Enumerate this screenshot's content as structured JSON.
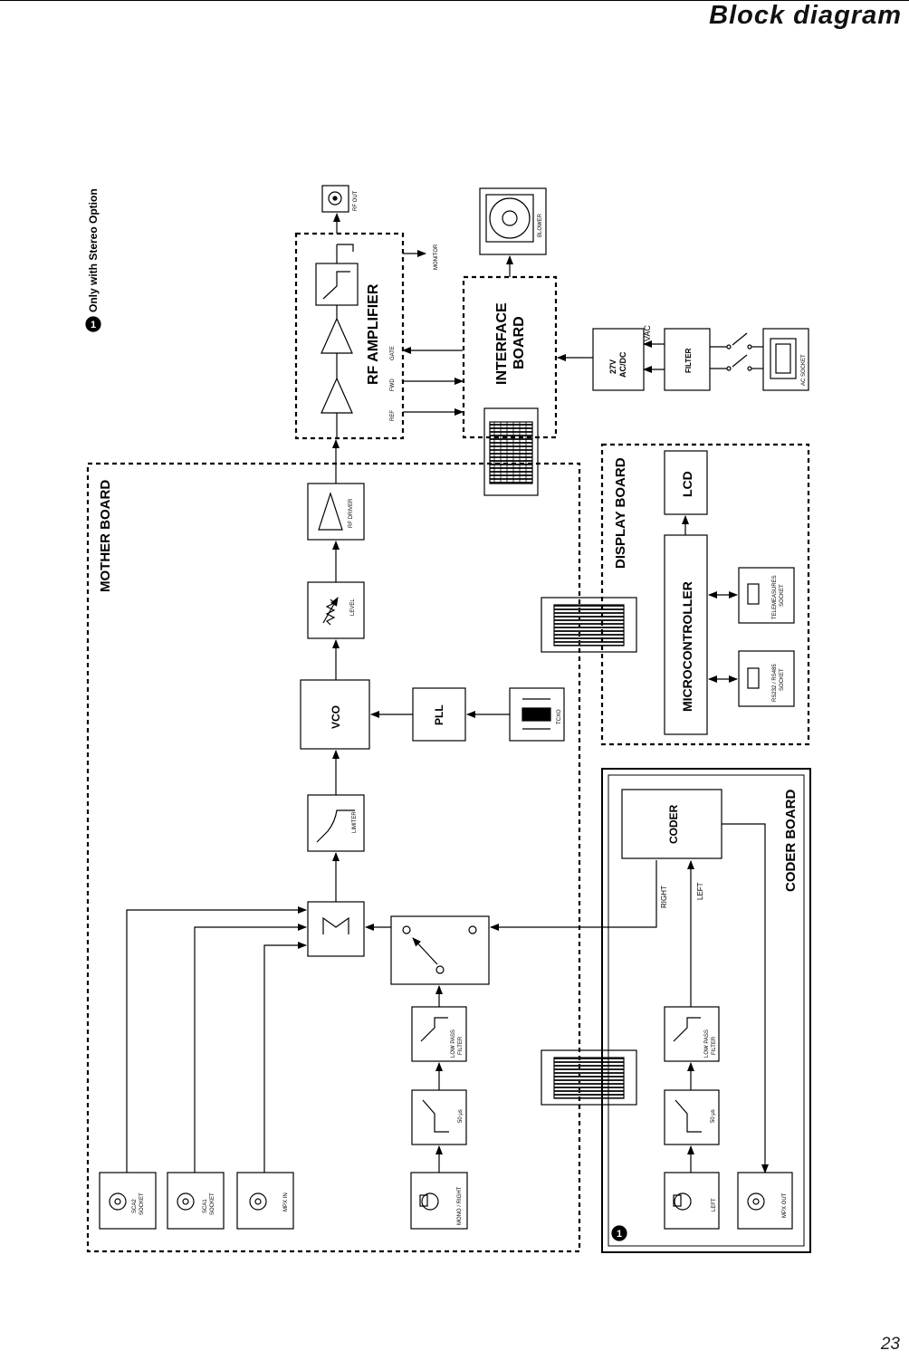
{
  "header": {
    "title": "Block diagram",
    "page_number": "23"
  },
  "note": {
    "badge": "1",
    "text": "Only with Stereo Option"
  },
  "boards": {
    "mother": "MOTHER BOARD",
    "rf_amplifier": "RF AMPLIFIER",
    "interface": [
      "INTERFACE",
      "BOARD"
    ],
    "display": "DISPLAY BOARD",
    "coder": "CODER BOARD",
    "coder_badge": "1"
  },
  "blocks": {
    "vco": "VCO",
    "pll": "PLL",
    "tcxo": "TCXO",
    "limiter": "LIMITER",
    "level": "LEVEL",
    "rf_driver": "RF DRIVER",
    "rf_out": "RF OUT",
    "monitor": "MONITOR",
    "blower": "BLOWER",
    "psu": [
      "27V",
      "AC/DC"
    ],
    "vac": "VAC",
    "filter": "FILTER",
    "ac_socket": "AC SOCKET",
    "lcd": "LCD",
    "microcontroller": "MICROCONTROLLER",
    "telemeasures_socket": [
      "TELEMEASURES",
      "SOCKET"
    ],
    "rs232_socket": [
      "RS232 / RS485",
      "SOCKET"
    ],
    "coder": "CODER",
    "right": "RIGHT",
    "left_signal": "LEFT",
    "low_pass_filter": [
      "LOW PASS",
      "FILTER"
    ],
    "preemph": "50 μs",
    "sca2_socket": [
      "SCA2",
      "SOCKET"
    ],
    "sca1_socket": [
      "SCA1",
      "SOCKET"
    ],
    "mpx_in": "MPX IN",
    "mono_right": "MONO / RIGHT",
    "left_input": "LEFT",
    "mpx_out": "MPX OUT",
    "ref": "REF",
    "fwd": "FWD",
    "gate": "GATE"
  }
}
